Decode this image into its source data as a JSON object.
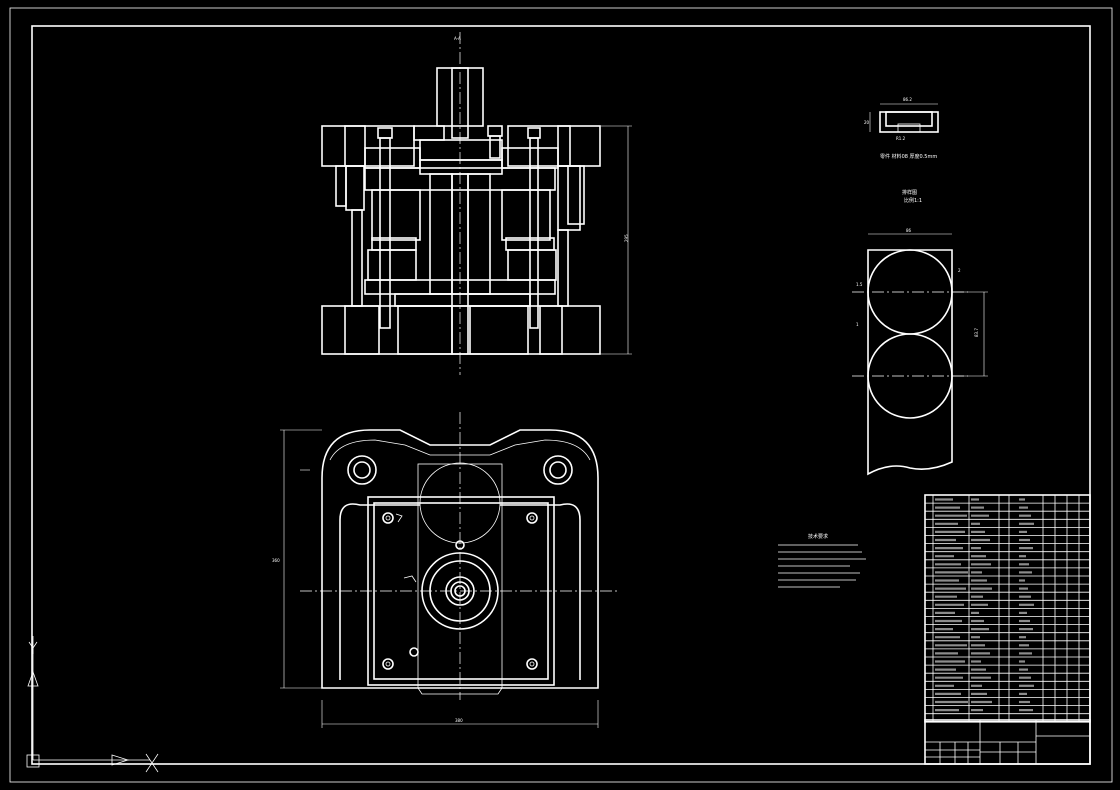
{
  "drawing": {
    "background": "#000000",
    "line_color": "#ffffff",
    "dimensions": {
      "top_total_height": "295",
      "plan_total_width": "380",
      "plan_total_height": "360",
      "strip_width": "86",
      "strip_pitch": "83.7"
    }
  }
}
